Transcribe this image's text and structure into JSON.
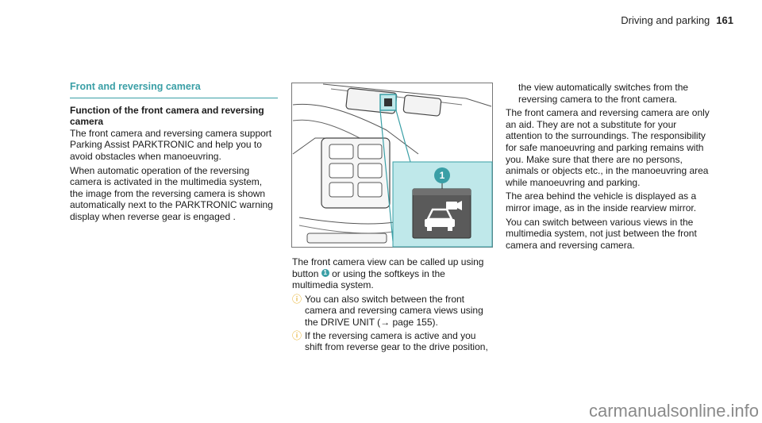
{
  "header": {
    "title": "Driving and parking",
    "page": "161"
  },
  "left": {
    "section_title": "Front and reversing camera",
    "subsection_title": "Function of the front camera and reversing camera",
    "para1": "The front camera and reversing camera support Parking Assist PARKTRONIC and help you to avoid obstacles when manoeuvring.",
    "para2": "When automatic operation of the reversing camera is activated in the multimedia system, the image from the reversing camera is shown automatically next to the PARKTRONIC warning display when reverse gear is engaged ."
  },
  "figure": {
    "callout_number": "1"
  },
  "middle": {
    "para1_a": "The front camera view can be called up using button",
    "para1_badge": "1",
    "para1_b": "or using the softkeys in the multimedia system.",
    "note1": "You can also switch between the front camera and reversing camera views using the DRIVE UNIT (→ page 155).",
    "note2": "If the reversing camera is active and you shift from reverse gear to the drive position,"
  },
  "right": {
    "para1": "the view automatically switches from the reversing camera to the front camera.",
    "para2": "The front camera and reversing camera are only an aid. They are not a substitute for your attention to the surroundings. The responsibility for safe manoeuvring and parking remains with you. Make sure that there are no persons, animals or objects etc., in the manoeuvring area while manoeuvring and parking.",
    "para3": "The area behind the vehicle is displayed as a mirror image, as in the inside rearview mirror.",
    "para4": "You can switch between various views in the multimedia system, not just between the front camera and reversing camera."
  },
  "watermark": "carmanualsonline.info",
  "colors": {
    "accent": "#3a9fa6",
    "note_icon": "#e2a100",
    "highlight_bg": "#bfe8ea"
  }
}
